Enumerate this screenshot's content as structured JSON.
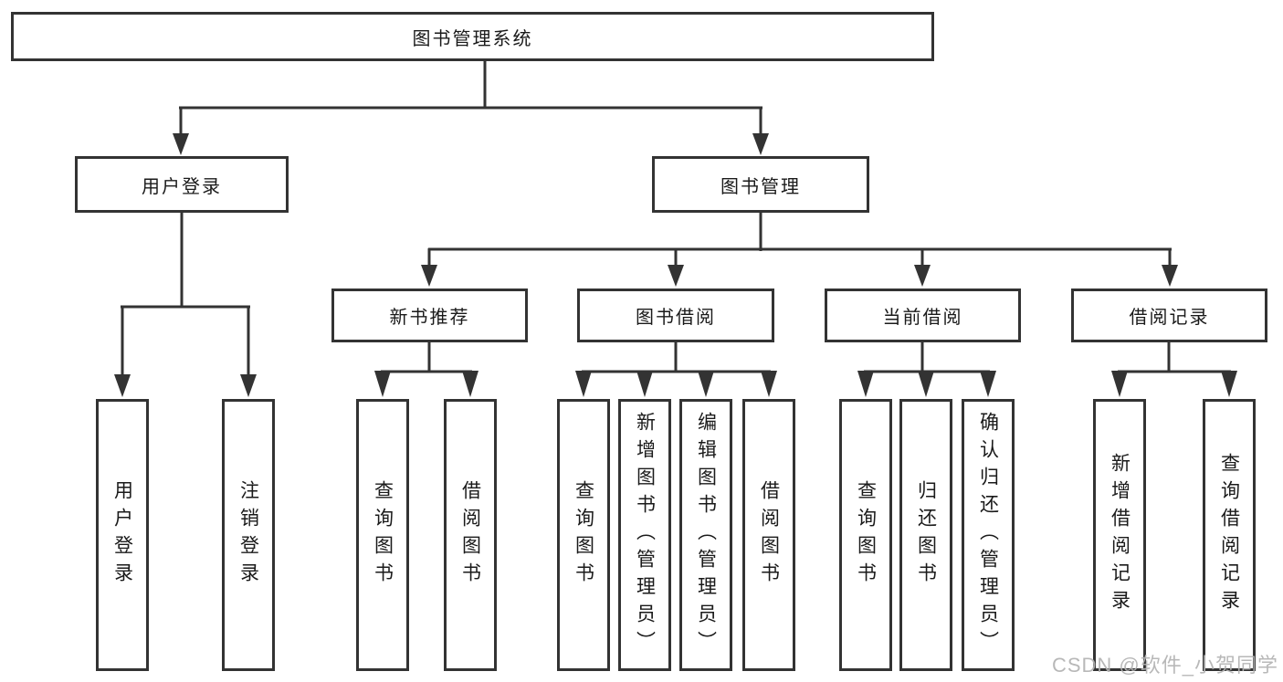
{
  "tree": {
    "label": "图书管理系统",
    "children": [
      {
        "label": "用户登录",
        "children": [
          {
            "label": "用户登录"
          },
          {
            "label": "注销登录"
          }
        ]
      },
      {
        "label": "图书管理",
        "children": [
          {
            "label": "新书推荐",
            "children": [
              {
                "label": "查询图书"
              },
              {
                "label": "借阅图书"
              }
            ]
          },
          {
            "label": "图书借阅",
            "children": [
              {
                "label": "查询图书"
              },
              {
                "label": "新增图书（管理员）"
              },
              {
                "label": "编辑图书（管理员）"
              },
              {
                "label": "借阅图书"
              }
            ]
          },
          {
            "label": "当前借阅",
            "children": [
              {
                "label": "查询图书"
              },
              {
                "label": "归还图书"
              },
              {
                "label": "确认归还（管理员）"
              }
            ]
          },
          {
            "label": "借阅记录",
            "children": [
              {
                "label": "新增借阅记录"
              },
              {
                "label": "查询借阅记录"
              }
            ]
          }
        ]
      }
    ]
  },
  "watermark": {
    "text": "CSDN @软件_小贺同学"
  },
  "colors": {
    "line": "#333333",
    "box_border": "#333333",
    "text": "#1a1a1a",
    "background": "#ffffff",
    "watermark": "#b3b3b3"
  }
}
